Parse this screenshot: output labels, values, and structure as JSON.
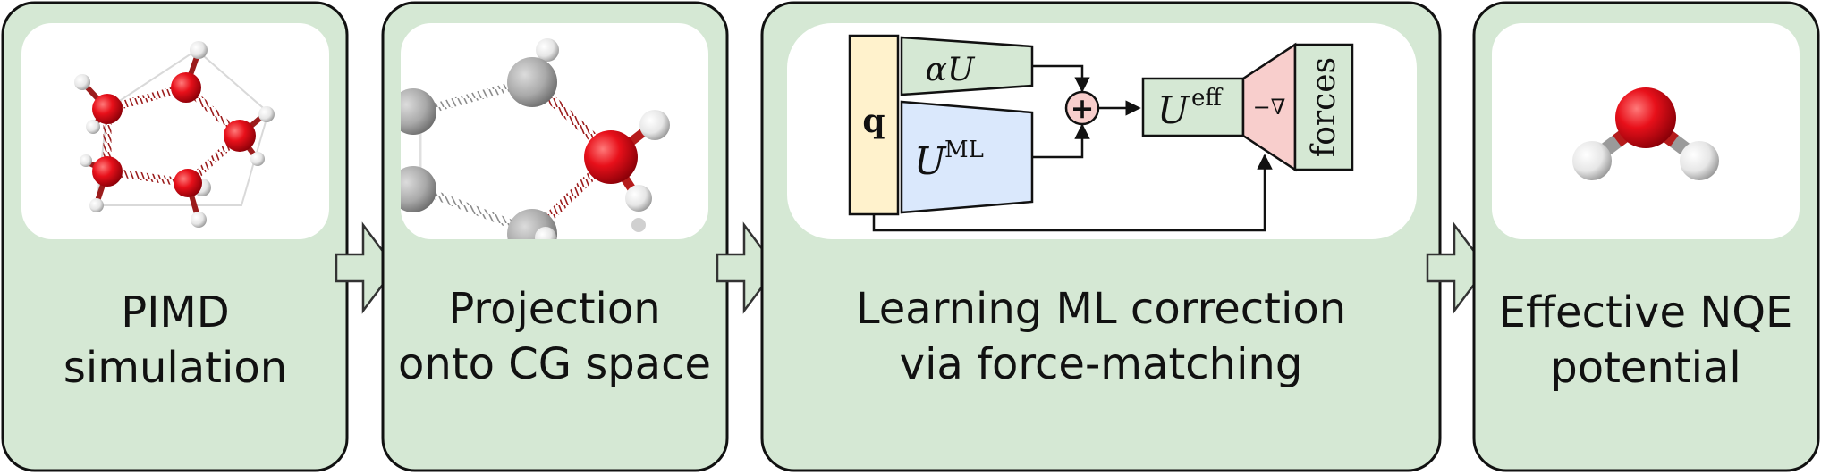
{
  "panels": [
    {
      "label_lines": [
        "PIMD",
        "simulation"
      ]
    },
    {
      "label_lines": [
        "Projection",
        "onto CG space"
      ]
    },
    {
      "label_lines": [
        "Learning ML correction",
        "via force-matching"
      ]
    },
    {
      "label_lines": [
        "Effective NQE",
        "potential"
      ]
    }
  ],
  "network": {
    "input": "q",
    "prior": "αU",
    "ml": "U",
    "ml_sup": "ML",
    "sum_symbol": "+",
    "effective": "U",
    "effective_sup": "eff",
    "gradient": "−∇",
    "output": "forces"
  },
  "colors": {
    "panel_fill": "#d5e8d4",
    "card_fill": "#ffffff",
    "outline": "#111111",
    "input_fill": "#fff2cc",
    "prior_fill": "#d5e8d4",
    "ml_fill": "#dae8fc",
    "sum_fill": "#f8cecc",
    "grad_fill": "#f8cecc",
    "oxygen": "#e8101a",
    "hydrogen": "#e6e6e6",
    "grey_atom": "#a9a9a9",
    "spring_red": "#9b1c1c",
    "spring_grey": "#8c8c8c"
  }
}
